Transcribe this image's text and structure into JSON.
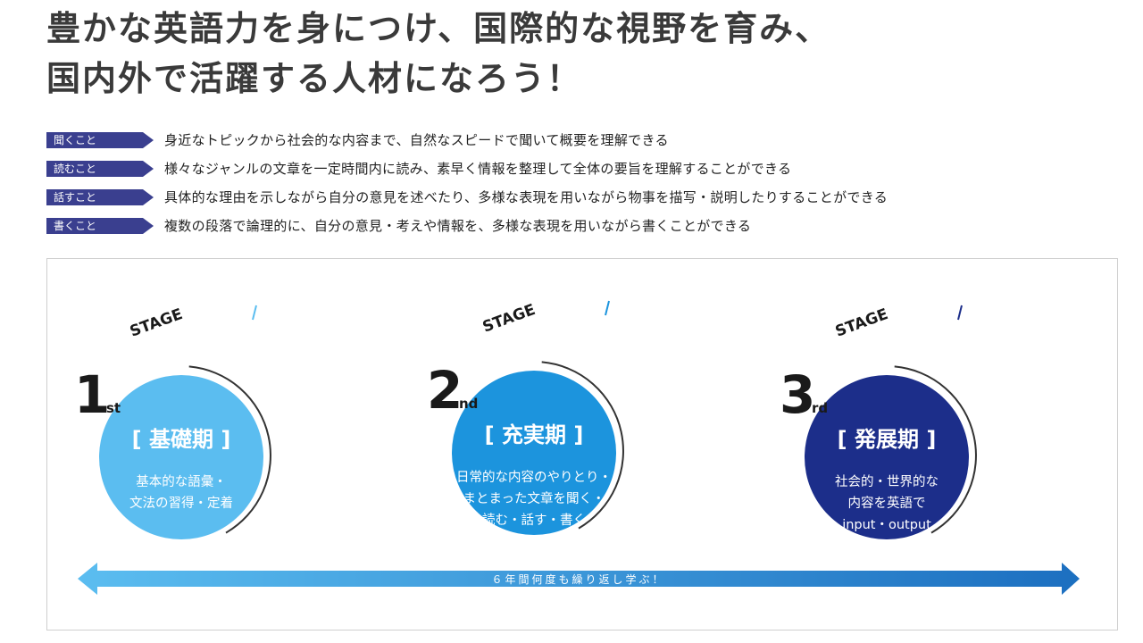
{
  "headline": {
    "line1": "豊かな英語力を身につけ、国際的な視野を育み、",
    "line2": "国内外で活躍する人材になろう！"
  },
  "skills": [
    {
      "tag": "聞くこと",
      "desc": "身近なトピックから社会的な内容まで、自然なスピードで聞いて概要を理解できる"
    },
    {
      "tag": "読むこと",
      "desc": "様々なジャンルの文章を一定時間内に読み、素早く情報を整理して全体の要旨を理解することができる"
    },
    {
      "tag": "話すこと",
      "desc": "具体的な理由を示しながら自分の意見を述べたり、多様な表現を用いながら物事を描写・説明したりすることができる"
    },
    {
      "tag": "書くこと",
      "desc": "複数の段落で論理的に、自分の意見・考えや情報を、多様な表現を用いながら書くことができる"
    }
  ],
  "stages": [
    {
      "number": "1",
      "suffix": "st",
      "label": "STAGE",
      "title": "[ 基礎期 ]",
      "lines": [
        "基本的な語彙・",
        "文法の習得・定着"
      ],
      "color": "#5bbdf0",
      "slash_color": "#5bbdf0"
    },
    {
      "number": "2",
      "suffix": "nd",
      "label": "STAGE",
      "title": "[ 充実期 ]",
      "lines": [
        "日常的な内容のやりとり・",
        "まとまった文章を聞く・",
        "読む・話す・書く"
      ],
      "color": "#1c94dd",
      "slash_color": "#1c94dd"
    },
    {
      "number": "3",
      "suffix": "rd",
      "label": "STAGE",
      "title": "[ 発展期 ]",
      "lines": [
        "社会的・世界的な",
        "内容を英語で",
        "input・output"
      ],
      "color": "#1c2e8a",
      "slash_color": "#1c2e8a"
    }
  ],
  "arrow": {
    "label": "６年間何度も繰り返し学ぶ！",
    "color_start": "#5bbdf0",
    "color_end": "#1c6fc0"
  }
}
